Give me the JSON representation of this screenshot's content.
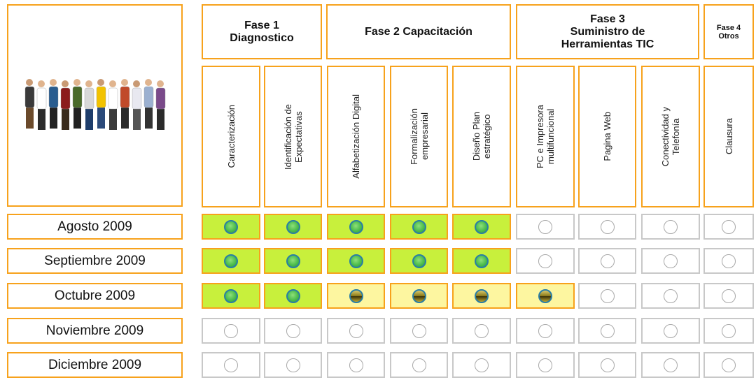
{
  "phases": [
    {
      "id": "fase1",
      "label": "Fase 1\nDiagnostico"
    },
    {
      "id": "fase2",
      "label": "Fase 2 Capacitación"
    },
    {
      "id": "fase3",
      "label": "Fase 3\nSuministro de\nHerramientas TIC"
    },
    {
      "id": "fase4",
      "label": "Fase 4\nOtros"
    }
  ],
  "activities": [
    {
      "id": "caracterizacion",
      "label": "Caracterización"
    },
    {
      "id": "identificacion",
      "label": "Identificación de\nExpectativas"
    },
    {
      "id": "alfabetizacion",
      "label": "Alfabetización Digital"
    },
    {
      "id": "formalizacion",
      "label": "Formalización\nempresarial"
    },
    {
      "id": "diseno",
      "label": "Diseño Plan\nestratégico"
    },
    {
      "id": "pc",
      "label": "PC e Impresora\nmultifuncional"
    },
    {
      "id": "pagina",
      "label": "Pagina Web"
    },
    {
      "id": "conectividad",
      "label": "Conectividad y\nTelefonía"
    },
    {
      "id": "clausura",
      "label": "Clausura"
    }
  ],
  "months": [
    {
      "label": "Agosto 2009",
      "status": [
        "done",
        "done",
        "done",
        "done",
        "done",
        "pending",
        "pending",
        "pending",
        "pending"
      ]
    },
    {
      "label": "Septiembre 2009",
      "status": [
        "done",
        "done",
        "done",
        "done",
        "done",
        "pending",
        "pending",
        "pending",
        "pending"
      ]
    },
    {
      "label": "Octubre 2009",
      "status": [
        "done",
        "done",
        "progress",
        "progress",
        "progress",
        "progress",
        "pending",
        "pending",
        "pending"
      ]
    },
    {
      "label": "Noviembre 2009",
      "status": [
        "pending",
        "pending",
        "pending",
        "pending",
        "pending",
        "pending",
        "pending",
        "pending",
        "pending"
      ]
    },
    {
      "label": "Diciembre 2009",
      "status": [
        "pending",
        "pending",
        "pending",
        "pending",
        "pending",
        "pending",
        "pending",
        "pending",
        "pending"
      ]
    }
  ],
  "colors": {
    "border_active": "#f7a21c",
    "border_inactive": "#c8c8c8",
    "cell_done": "#c8f03c",
    "cell_in_progress": "#fdf6a0",
    "dot_outline": "#2a7ea6"
  },
  "icons": {
    "header_image": "group-of-workers-image",
    "done": "filled-green-circle-icon",
    "in_progress": "striped-yellow-circle-icon",
    "pending": "empty-circle-icon"
  }
}
